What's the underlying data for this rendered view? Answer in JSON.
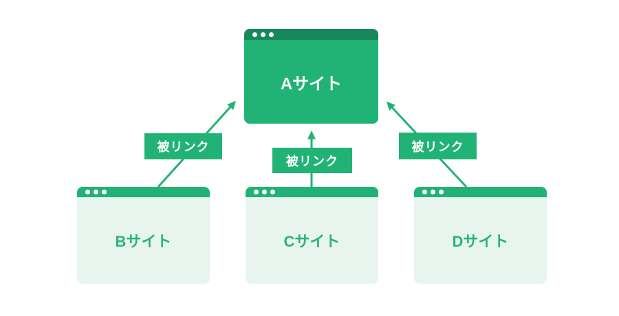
{
  "diagram": {
    "title": "backlink-diagram",
    "colors": {
      "background": "#ffffff",
      "primary_green": "#21b376",
      "dark_green_titlebar": "#18875c",
      "light_green_body": "#e8f5ef",
      "site_label_green": "#2bb377",
      "white": "#ffffff"
    },
    "target_site": {
      "label": "Aサイト"
    },
    "source_sites": [
      {
        "label": "Bサイト"
      },
      {
        "label": "Cサイト"
      },
      {
        "label": "Dサイト"
      }
    ],
    "link_labels": [
      {
        "label": "被リンク"
      },
      {
        "label": "被リンク"
      },
      {
        "label": "被リンク"
      }
    ]
  }
}
